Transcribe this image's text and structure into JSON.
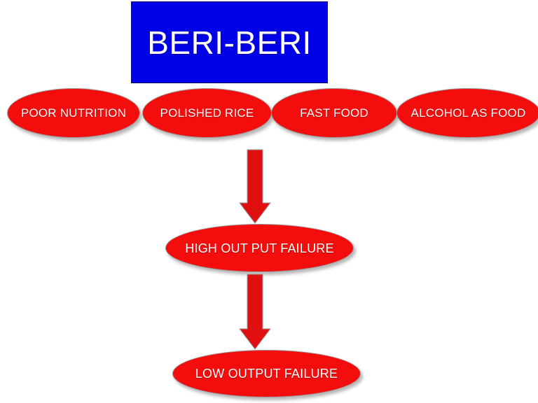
{
  "diagram": {
    "title_node": {
      "label": "BERI-BERI",
      "fill_color": "#0000E8",
      "text_color": "#FFFFFF"
    },
    "cause_nodes": [
      {
        "label": "POOR NUTRITION"
      },
      {
        "label": "POLISHED RICE"
      },
      {
        "label": "FAST FOOD"
      },
      {
        "label": "ALCOHOL AS FOOD"
      }
    ],
    "outcome_nodes": [
      {
        "label": "HIGH OUT PUT FAILURE"
      },
      {
        "label": "LOW OUTPUT FAILURE"
      }
    ],
    "node_fill_color": "#F40D0D",
    "node_text_color": "#FFFFFF",
    "arrow_color": "#E01010",
    "background_color": "#FFFFFF",
    "arrows": [
      {
        "name": "arrow-causes-to-high-output-failure"
      },
      {
        "name": "arrow-high-to-low-output-failure"
      }
    ]
  }
}
